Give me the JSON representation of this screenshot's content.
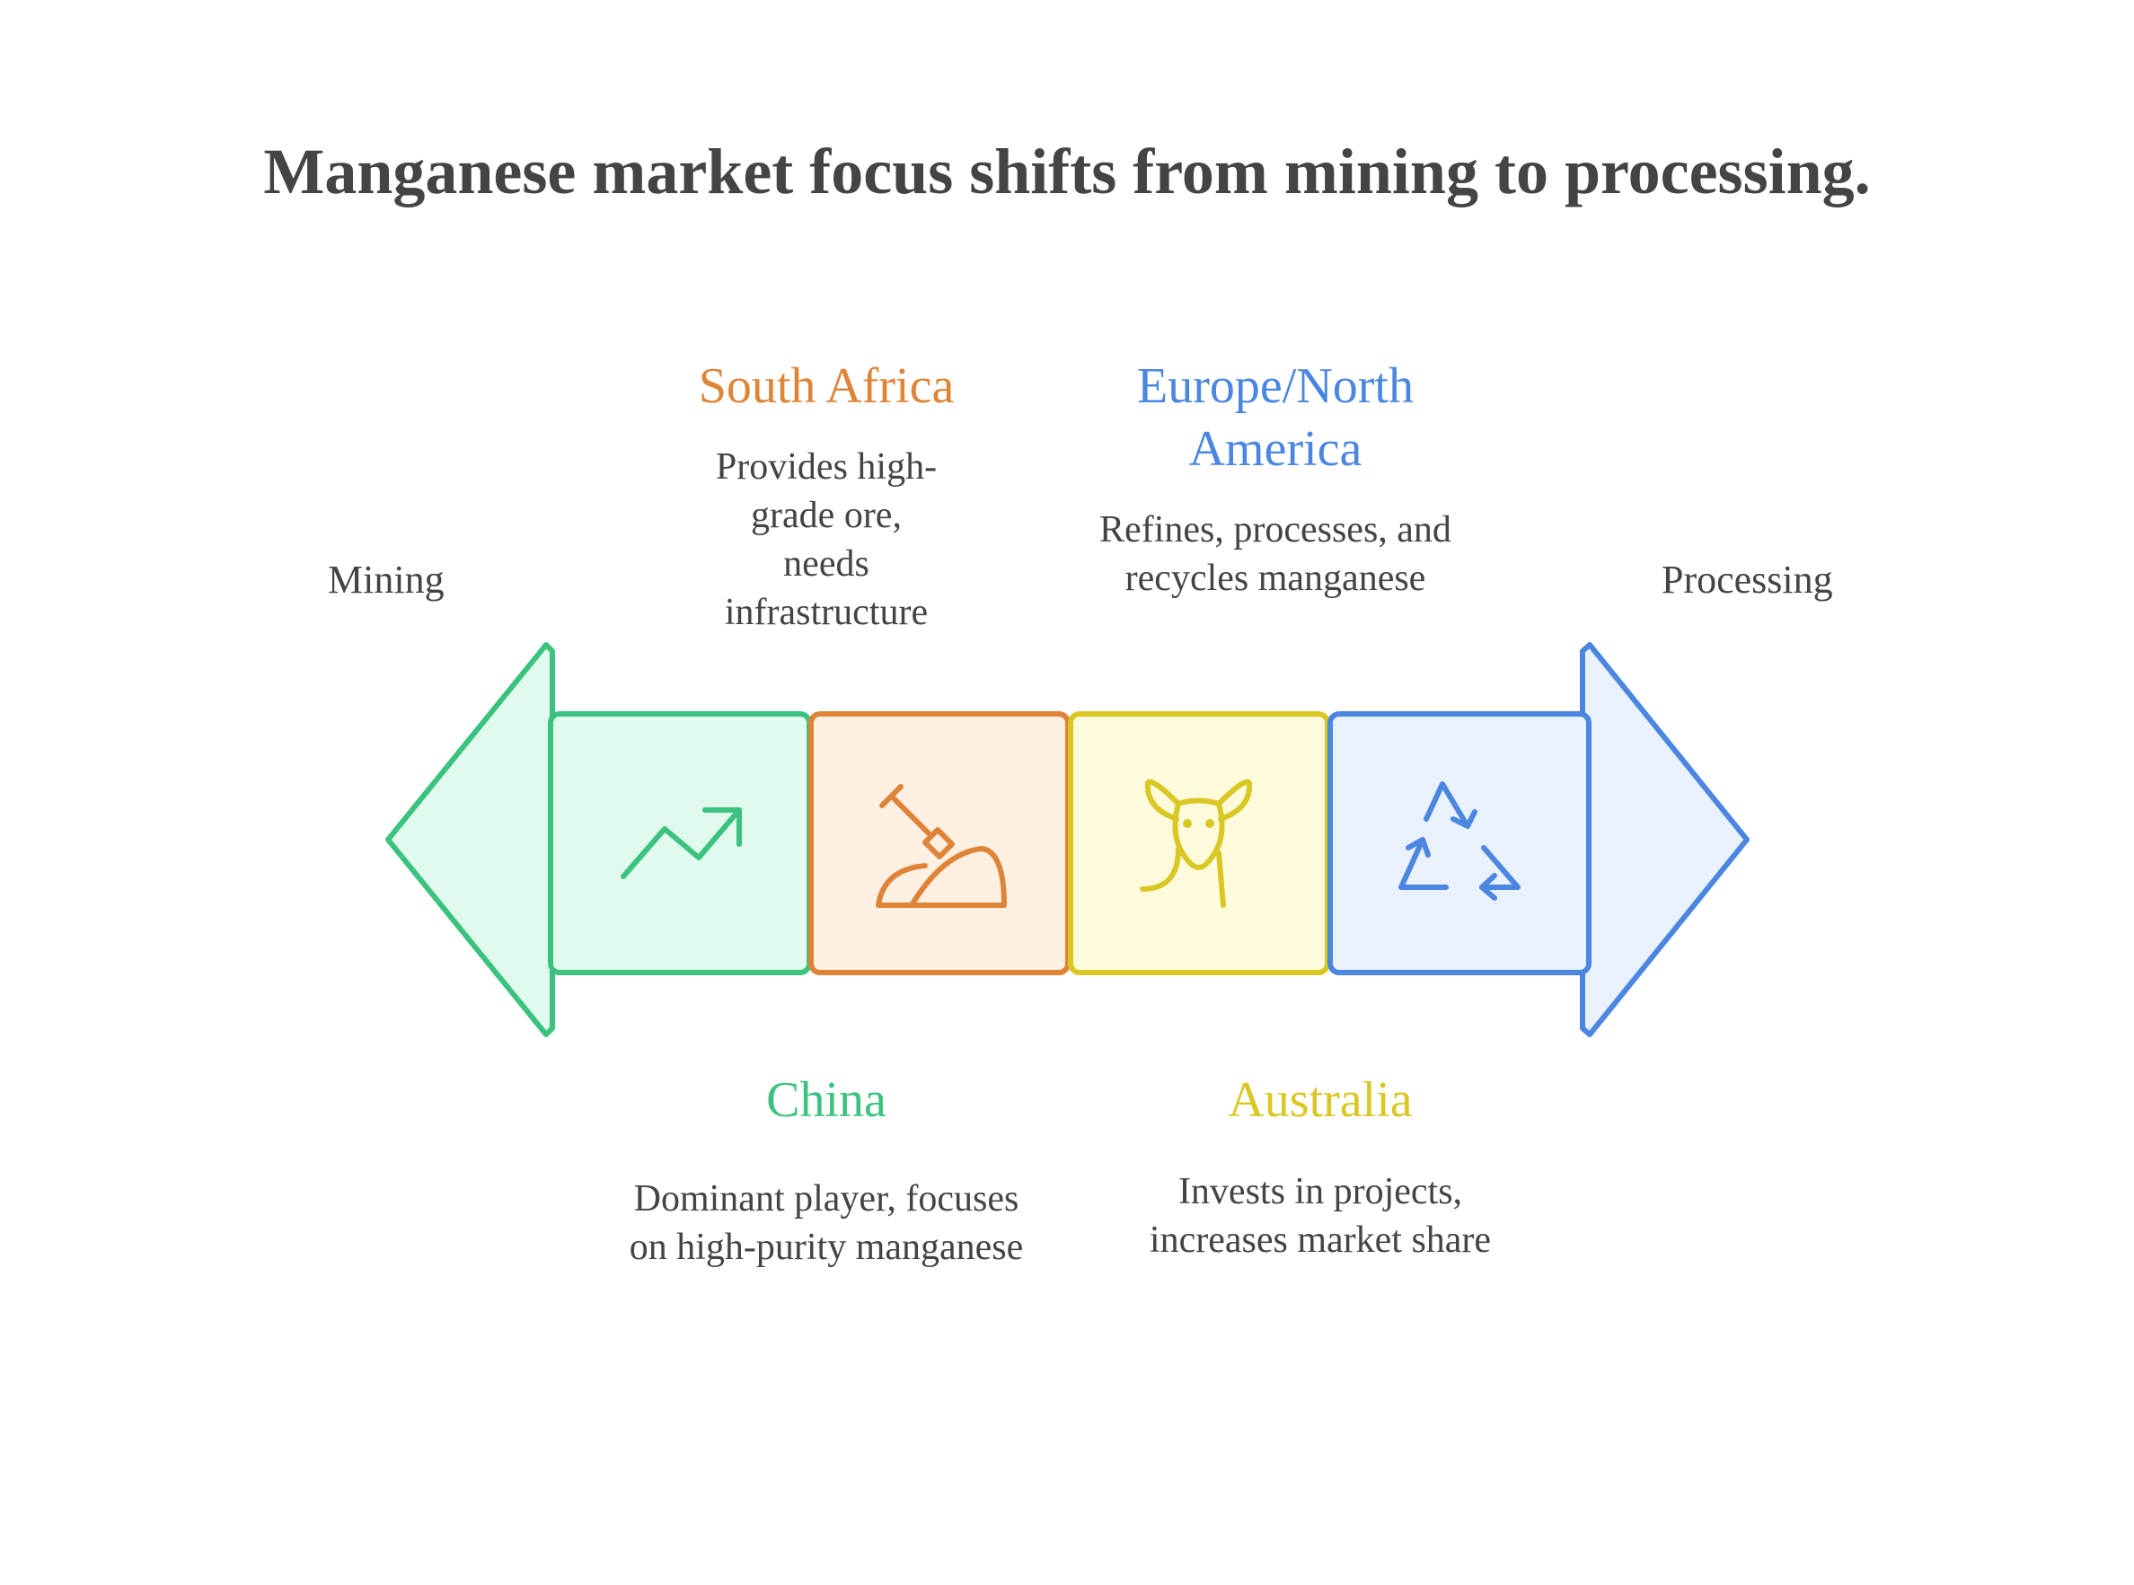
{
  "title": "Manganese market focus shifts from mining to processing.",
  "ends": {
    "left": "Mining",
    "right": "Processing"
  },
  "stages": [
    {
      "name": "China",
      "description": "Dominant player, focuses on high-purity manganese",
      "color": "#3cc27f",
      "fill": "#e0fbee",
      "icon": "trending-up-icon",
      "label_position": "below"
    },
    {
      "name": "South Africa",
      "description": "Provides high-grade ore, needs infrastructure",
      "color": "#df8436",
      "fill": "#fdf0e3",
      "icon": "shovel-mound-icon",
      "label_position": "above"
    },
    {
      "name": "Australia",
      "description": "Invests in projects, increases market share",
      "color": "#d9c823",
      "fill": "#fefadc",
      "icon": "kangaroo-icon",
      "label_position": "below"
    },
    {
      "name": "Europe/North America",
      "description": "Refines, processes, and recycles manganese",
      "color": "#4b86e0",
      "fill": "#e9f1fd",
      "icon": "recycle-icon",
      "label_position": "above"
    }
  ]
}
